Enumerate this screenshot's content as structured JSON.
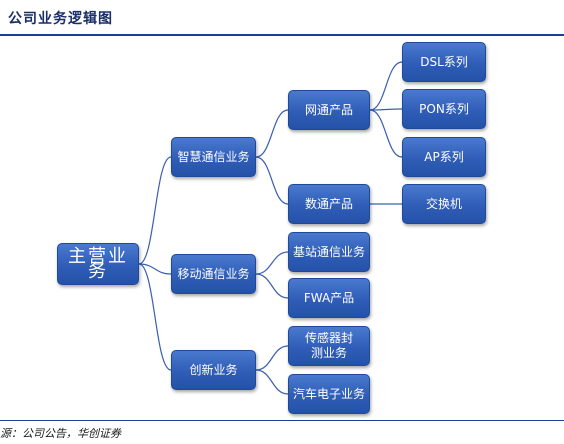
{
  "header": {
    "title": "公司业务逻辑图"
  },
  "footer": {
    "source": "源：公司公告，华创证券"
  },
  "diagram": {
    "root": "主营业务",
    "l1": [
      "智慧通信业务",
      "移动通信业务",
      "创新业务"
    ],
    "l2": [
      "网通产品",
      "数通产品",
      "基站通信业务",
      "FWA产品",
      "传感器封测业务",
      "汽车电子业务"
    ],
    "l3": [
      "DSL系列",
      "PON系列",
      "AP系列",
      "交换机"
    ]
  },
  "colors": {
    "node": "#2f5db7",
    "link": "#3b5fb0",
    "rule": "#1c3f94"
  }
}
